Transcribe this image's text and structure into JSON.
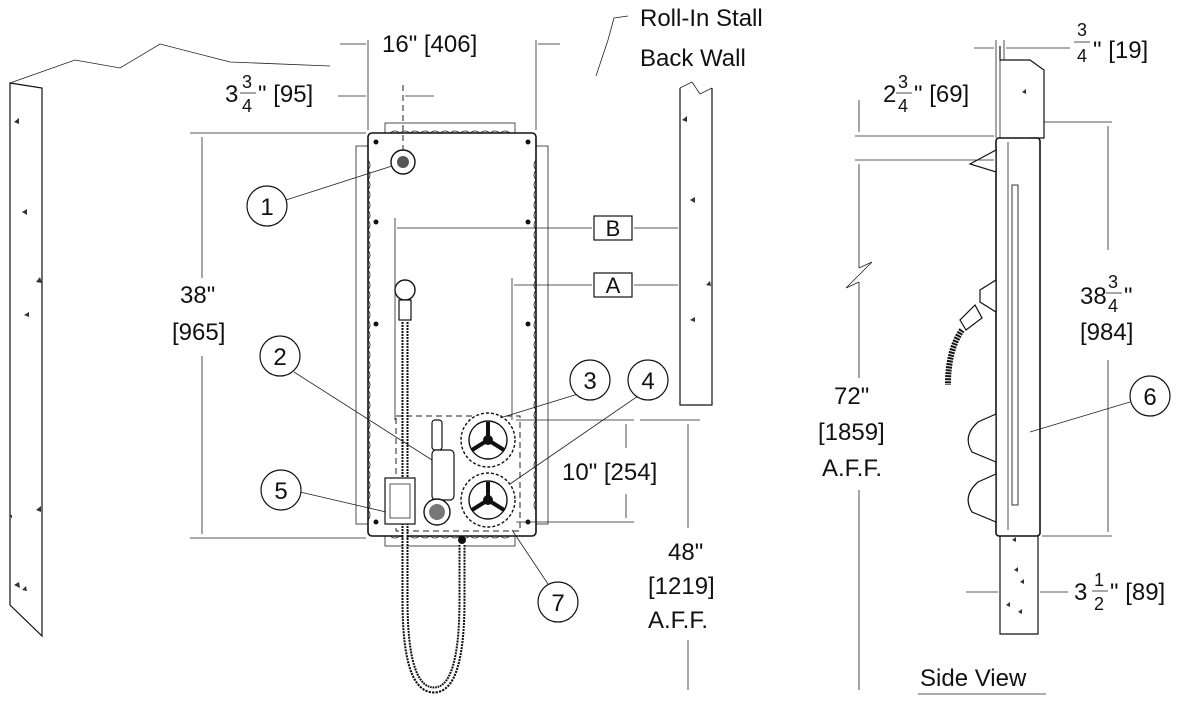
{
  "wall_label": {
    "line1": "Roll-In Stall",
    "line2": "Back Wall"
  },
  "dimensions": {
    "width": "16\" [406]",
    "offset_whole": "3",
    "offset_num": "3",
    "offset_den": "4",
    "offset_rest": "\" [95]",
    "height_in": "38\"",
    "height_mm": "[965]",
    "valve_spacing": "10\" [254]",
    "valve_aff_in": "48\"",
    "valve_aff_mm": "[1219]",
    "valve_aff_label": "A.F.F.",
    "head_aff_in": "72\"",
    "head_aff_mm": "[1859]",
    "head_aff_label": "A.F.F.",
    "side_top_num": "3",
    "side_top_den": "4",
    "side_top_rest": "\" [19]",
    "side_offset_whole": "2",
    "side_offset_num": "3",
    "side_offset_den": "4",
    "side_offset_rest": "\" [69]",
    "side_height_whole": "38",
    "side_height_num": "3",
    "side_height_den": "4",
    "side_height_rest": "\"",
    "side_height_mm": "[984]",
    "depth_whole": "3",
    "depth_num": "1",
    "depth_den": "2",
    "depth_rest": "\" [89]"
  },
  "boxes": {
    "a": "A",
    "b": "B"
  },
  "callouts": [
    "1",
    "2",
    "3",
    "4",
    "5",
    "6",
    "7"
  ],
  "view_label": "Side View"
}
